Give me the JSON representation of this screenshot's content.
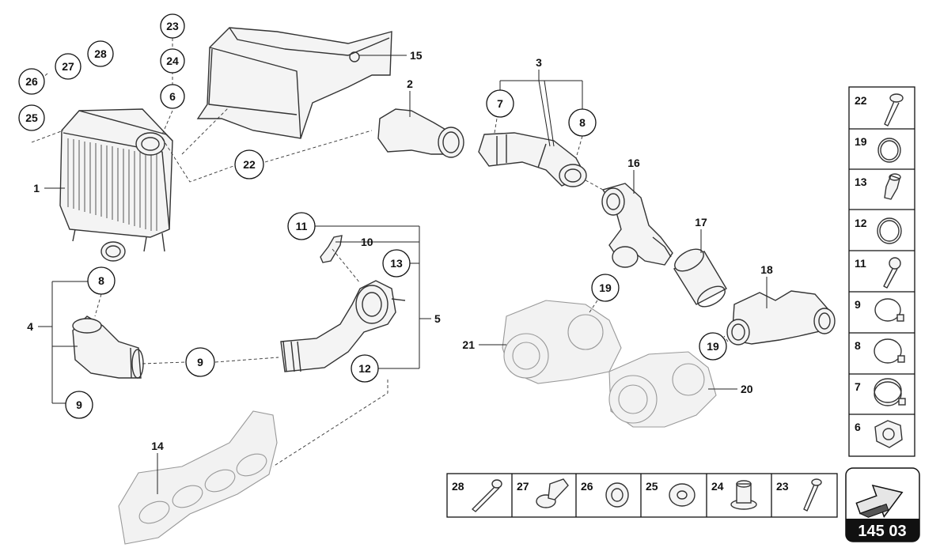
{
  "callouts": [
    {
      "id": "c-23",
      "text": "23"
    },
    {
      "id": "c-24",
      "text": "24"
    },
    {
      "id": "c-6",
      "text": "6"
    },
    {
      "id": "c-28",
      "text": "28"
    },
    {
      "id": "c-27",
      "text": "27"
    },
    {
      "id": "c-26",
      "text": "26"
    },
    {
      "id": "c-25",
      "text": "25"
    },
    {
      "id": "c-22",
      "text": "22"
    },
    {
      "id": "c-7",
      "text": "7"
    },
    {
      "id": "c-8a",
      "text": "8"
    },
    {
      "id": "c-11",
      "text": "11"
    },
    {
      "id": "c-13",
      "text": "13"
    },
    {
      "id": "c-12",
      "text": "12"
    },
    {
      "id": "c-8b",
      "text": "8"
    },
    {
      "id": "c-9a",
      "text": "9"
    },
    {
      "id": "c-9b",
      "text": "9"
    },
    {
      "id": "c-19a",
      "text": "19"
    },
    {
      "id": "c-19b",
      "text": "19"
    }
  ],
  "labels": {
    "l1": "1",
    "l2": "2",
    "l3": "3",
    "l4": "4",
    "l5": "5",
    "l10": "10",
    "l14": "14",
    "l15": "15",
    "l16": "16",
    "l17": "17",
    "l18": "18",
    "l20": "20",
    "l21": "21"
  },
  "side_panel": [
    "22",
    "19",
    "13",
    "12",
    "11",
    "9",
    "8",
    "7",
    "6"
  ],
  "bottom_panel": [
    "28",
    "27",
    "26",
    "25",
    "24",
    "23"
  ],
  "page_code": "145 03",
  "colors": {
    "line": "#333333",
    "ink": "#111111",
    "code_bg": "#111111"
  },
  "icons": {
    "nav": "arrow-icon"
  }
}
